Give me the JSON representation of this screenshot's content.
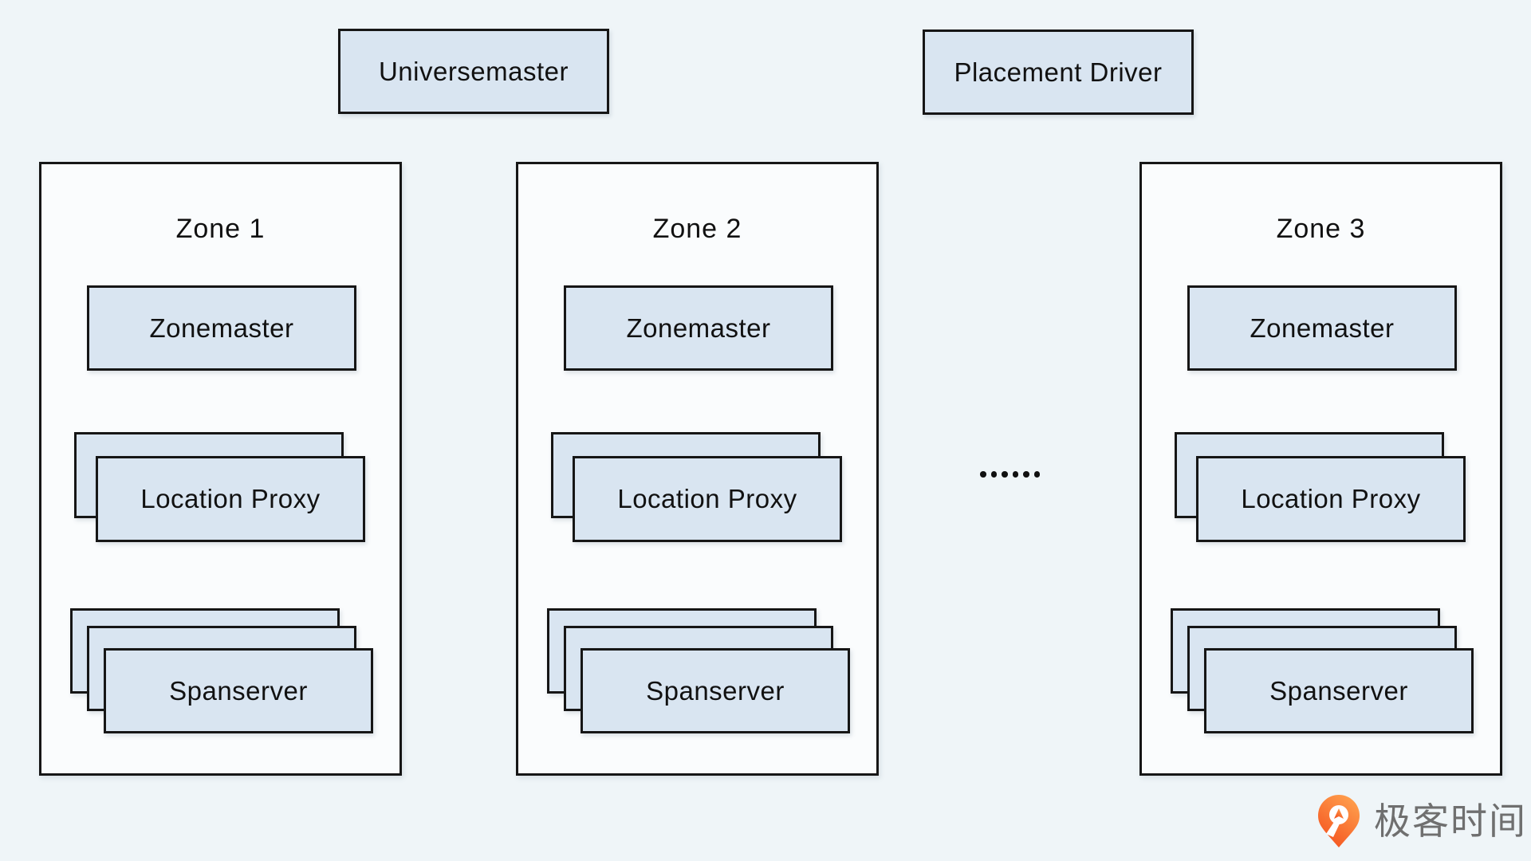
{
  "top_boxes": {
    "universemaster": "Universemaster",
    "placement_driver": "Placement Driver"
  },
  "zones": [
    {
      "title": "Zone 1",
      "zonemaster": "Zonemaster",
      "location_proxy": "Location Proxy",
      "spanserver": "Spanserver"
    },
    {
      "title": "Zone 2",
      "zonemaster": "Zonemaster",
      "location_proxy": "Location Proxy",
      "spanserver": "Spanserver"
    },
    {
      "title": "Zone 3",
      "zonemaster": "Zonemaster",
      "location_proxy": "Location Proxy",
      "spanserver": "Spanserver"
    }
  ],
  "ellipsis": {
    "dot_count": 6
  },
  "logo": {
    "text": "极客时间"
  },
  "colors": {
    "page_bg": "#eff5f8",
    "zone_bg": "#fafcfd",
    "box_fill": "#d9e5f1",
    "border": "#161616",
    "logo_orange_light": "#ffa14e",
    "logo_orange_dark": "#f4511e",
    "logo_text_gray": "#6f6f6f"
  }
}
